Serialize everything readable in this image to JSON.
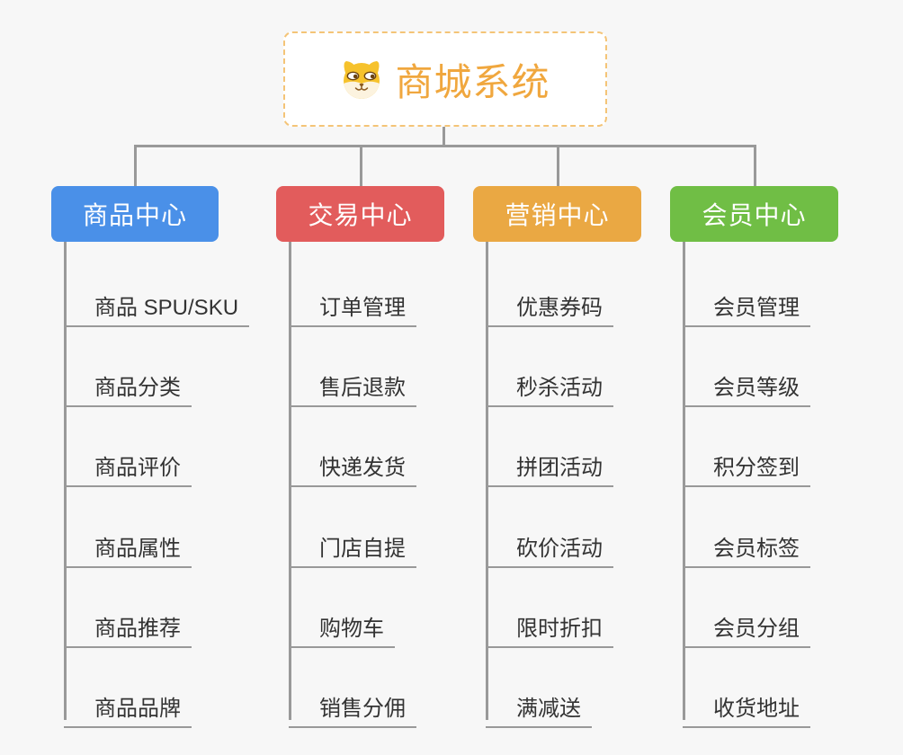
{
  "root": {
    "title": "商城系统",
    "icon": "dog-face",
    "text_color": "#f0a73e",
    "border_color": "#f4c477",
    "background": "#ffffff"
  },
  "branches": [
    {
      "label": "商品中心",
      "color": "#4a90e8",
      "children": [
        "商品 SPU/SKU",
        "商品分类",
        "商品评价",
        "商品属性",
        "商品推荐",
        "商品品牌"
      ]
    },
    {
      "label": "交易中心",
      "color": "#e25c5c",
      "children": [
        "订单管理",
        "售后退款",
        "快递发货",
        "门店自提",
        "购物车",
        "销售分佣"
      ]
    },
    {
      "label": "营销中心",
      "color": "#eaa843",
      "children": [
        "优惠券码",
        "秒杀活动",
        "拼团活动",
        "砍价活动",
        "限时折扣",
        "满减送"
      ]
    },
    {
      "label": "会员中心",
      "color": "#70be45",
      "children": [
        "会员管理",
        "会员等级",
        "积分签到",
        "会员标签",
        "会员分组",
        "收货地址"
      ]
    }
  ],
  "colors": {
    "connector": "#999999",
    "child_text": "#333333",
    "background": "#f7f7f7"
  }
}
